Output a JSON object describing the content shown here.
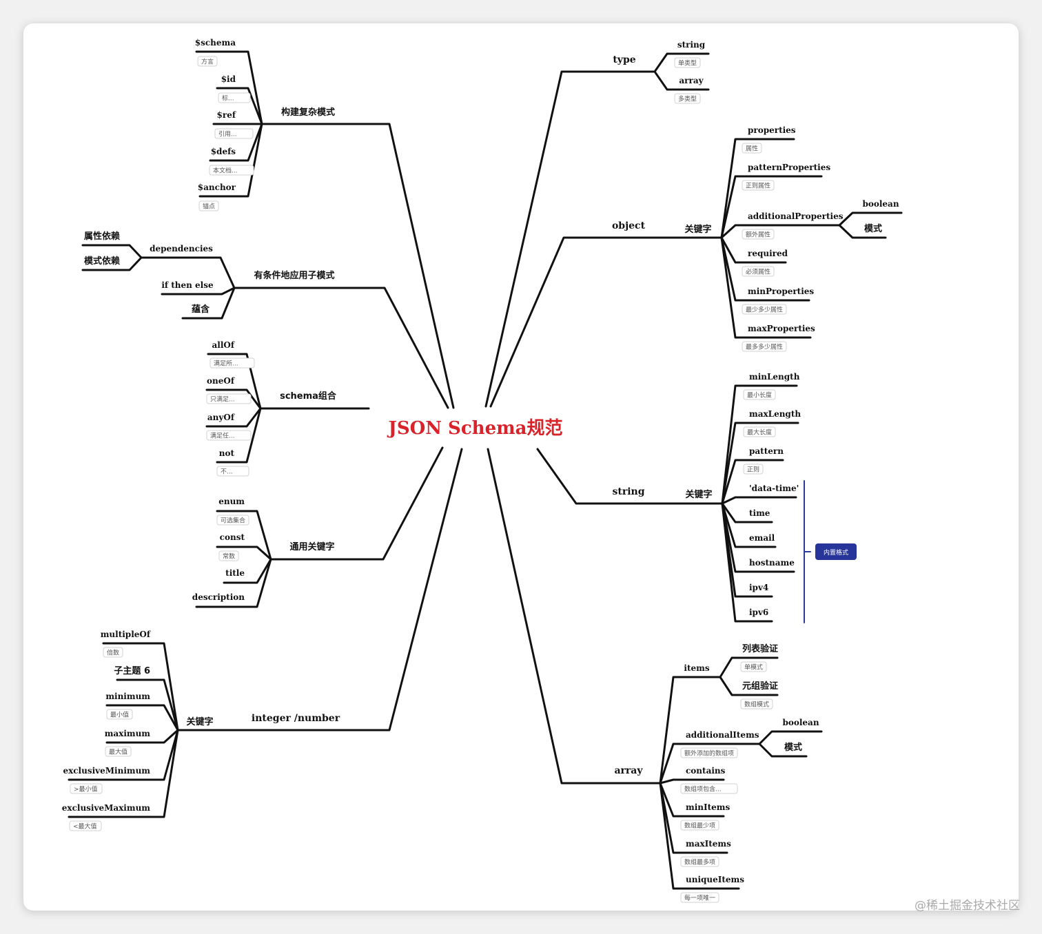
{
  "title": "JSON Schema规范",
  "colors": {
    "title": "#d8232a",
    "line": "#111111",
    "badge": "#27349a",
    "bracket": "#2b3a9a"
  },
  "branches": {
    "build": {
      "label": "构建复杂模式",
      "items": [
        {
          "label": "$schema",
          "note": "方言"
        },
        {
          "label": "$id",
          "note": "标..."
        },
        {
          "label": "$ref",
          "note": "引用..."
        },
        {
          "label": "$defs",
          "note": "本文档..."
        },
        {
          "label": "$anchor",
          "note": "锚点"
        }
      ]
    },
    "conditional": {
      "label": "有条件地应用子模式",
      "dependencies": {
        "label": "dependencies",
        "children": [
          "属性依赖",
          "模式依赖"
        ]
      },
      "items": [
        {
          "label": "if then else"
        },
        {
          "label": "蕴含"
        }
      ]
    },
    "combine": {
      "label": "schema组合",
      "items": [
        {
          "label": "allOf",
          "note": "满足所..."
        },
        {
          "label": "oneOf",
          "note": "只满足..."
        },
        {
          "label": "anyOf",
          "note": "满足任..."
        },
        {
          "label": "not",
          "note": "不..."
        }
      ]
    },
    "general": {
      "label": "通用关键字",
      "items": [
        {
          "label": "enum",
          "note": "可选集合"
        },
        {
          "label": "const",
          "note": "常数"
        },
        {
          "label": "title"
        },
        {
          "label": "description"
        }
      ]
    },
    "number": {
      "label": "integer /number",
      "keyword": "关键字",
      "items": [
        {
          "label": "multipleOf",
          "note": "倍数"
        },
        {
          "label": "子主题 6"
        },
        {
          "label": "minimum",
          "note": "最小值"
        },
        {
          "label": "maximum",
          "note": "最大值"
        },
        {
          "label": "exclusiveMinimum",
          "note": ">最小值"
        },
        {
          "label": "exclusiveMaximum",
          "note": "<最大值"
        }
      ]
    },
    "type": {
      "label": "type",
      "items": [
        {
          "label": "string",
          "note": "单类型"
        },
        {
          "label": "array",
          "note": "多类型"
        }
      ]
    },
    "object": {
      "label": "object",
      "keyword": "关键字",
      "items": [
        {
          "label": "properties",
          "note": "属性"
        },
        {
          "label": "patternProperties",
          "note": "正则属性"
        },
        {
          "label": "additionalProperties",
          "note": "额外属性",
          "children": [
            "boolean",
            "模式"
          ]
        },
        {
          "label": "required",
          "note": "必须属性"
        },
        {
          "label": "minProperties",
          "note": "最少多少属性"
        },
        {
          "label": "maxProperties",
          "note": "最多多少属性"
        }
      ]
    },
    "string": {
      "label": "string",
      "keyword": "关键字",
      "items": [
        {
          "label": "minLength",
          "note": "最小长度"
        },
        {
          "label": "maxLength",
          "note": "最大长度"
        },
        {
          "label": "pattern",
          "note": "正则"
        },
        {
          "label": "'data-time'"
        },
        {
          "label": "time"
        },
        {
          "label": "email"
        },
        {
          "label": "hostname"
        },
        {
          "label": "ipv4"
        },
        {
          "label": "ipv6"
        }
      ],
      "format_badge": "内置格式"
    },
    "array": {
      "label": "array",
      "items_node": {
        "label": "items",
        "children": [
          {
            "label": "列表验证",
            "note": "单模式"
          },
          {
            "label": "元组验证",
            "note": "数组模式"
          }
        ]
      },
      "items": [
        {
          "label": "additionalItems",
          "note": "额外添加的数组项",
          "children": [
            "boolean",
            "模式"
          ]
        },
        {
          "label": "contains",
          "note": "数组项包含..."
        },
        {
          "label": "minItems",
          "note": "数组最少项"
        },
        {
          "label": "maxItems",
          "note": "数组最多项"
        },
        {
          "label": "uniqueItems",
          "note": "每一项唯一"
        }
      ]
    }
  },
  "watermark": "@稀土掘金技术社区"
}
